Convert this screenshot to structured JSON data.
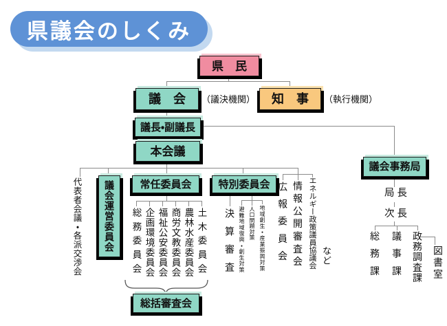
{
  "title": "県議会のしくみ",
  "colors": {
    "teal": "#8FD7C5",
    "teal-hl": "#C9EBE1",
    "pink": "#F08CA0",
    "pink-hl": "#F8C3CE",
    "orange": "#F9C87E",
    "orange-hl": "#FBE2B0",
    "title-blue": "#5E92D6",
    "title-shadow": "#C3D9F0",
    "line": "#8a8a8a",
    "ink": "#111111"
  },
  "nodes": {
    "citizens": {
      "label": "県　民"
    },
    "assembly": {
      "label": "議　会",
      "note": "（議決機関）"
    },
    "governor": {
      "label": "知　事",
      "note": "（執行機関）"
    },
    "chair": {
      "label": "議長・副議長"
    },
    "plenary": {
      "label": "本会議"
    },
    "secretariat": {
      "label": "議会事務局"
    },
    "steering": {
      "label": "議会運営委員会"
    },
    "representatives": {
      "label": "代表者会議・各派交渉会"
    },
    "standing": {
      "label": "常任委員会"
    },
    "special": {
      "label": "特別委員会"
    },
    "general_review": {
      "label": "総括審査会"
    },
    "etc": {
      "label": "など"
    }
  },
  "standing_committees": [
    "総務委員会",
    "企画環境委員会",
    "福祉公安委員会",
    "商労文教委員会",
    "農林水産委員会",
    "土木委員会"
  ],
  "special_committees": [
    "決算審査",
    "避難地域復興・創生対策",
    "人口問題対策",
    "地域創生・産業振興対策"
  ],
  "council_bodies": [
    "広報委員会",
    "情報公開審査会",
    "エネルギー政策議員協議会"
  ],
  "secretariat_staff": {
    "chief": "局長",
    "deputy": "次長"
  },
  "secretariat_divisions": [
    "総務課",
    "議事課",
    "政務調査課",
    "図書室"
  ]
}
